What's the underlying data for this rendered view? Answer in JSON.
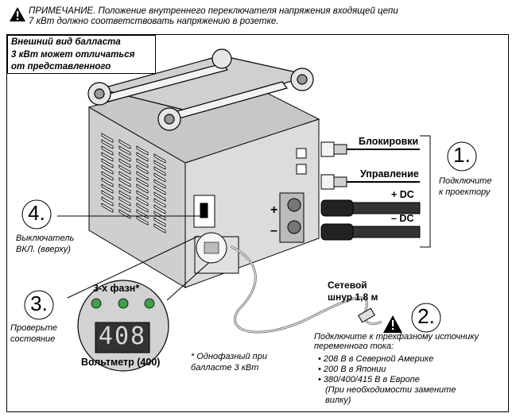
{
  "note": {
    "line1": "ПРИМЕЧАНИЕ. Положение внутреннего переключателя напряжения входящей цепи",
    "line2": "7 кВт должно соответствовать напряжению в розетке."
  },
  "appearance_note": {
    "line1": "Внешний вид балласта",
    "line2": "3 кВт может отличаться",
    "line3": "от представленного"
  },
  "connections": {
    "interlock": "Блокировки",
    "control": "Управление",
    "plus_dc": "+ DC",
    "minus_dc": "– DC",
    "plus_sign": "+",
    "minus_sign": "–"
  },
  "step1": {
    "number": "1.",
    "line1": "Подключите",
    "line2": "к проектору"
  },
  "step2": {
    "number": "2.",
    "line1": "Подключите к трехфазному источнику",
    "line2": "переменного тока:",
    "bullets": [
      "208 В в Северной Америке",
      "200 В в Японии",
      "380/400/415 В в Европе"
    ],
    "bullet3_note1": "(При необходимости замените",
    "bullet3_note2": "вилку)"
  },
  "step3": {
    "number": "3.",
    "line1": "Проверьте",
    "line2": "состояние"
  },
  "step4": {
    "number": "4.",
    "line1": "Выключатель",
    "line2": "ВКЛ. (вверху)"
  },
  "power_cord": {
    "line1": "Сетевой",
    "line2": "шнур 1,8 м"
  },
  "meter": {
    "phase_label": "3-х фазн*",
    "display": "408",
    "voltmeter_label": "Вольтметр (400)"
  },
  "footnote": {
    "line1": "* Однофазный при",
    "line2": "балласте 3 кВт"
  },
  "colors": {
    "led_green": "#3f9f4a",
    "lcd_background": "#333333",
    "panel_gray": "#c8c8c8",
    "line": "#000000"
  },
  "icons": [
    "warning-triangle-icon",
    "warning-triangle-icon"
  ]
}
